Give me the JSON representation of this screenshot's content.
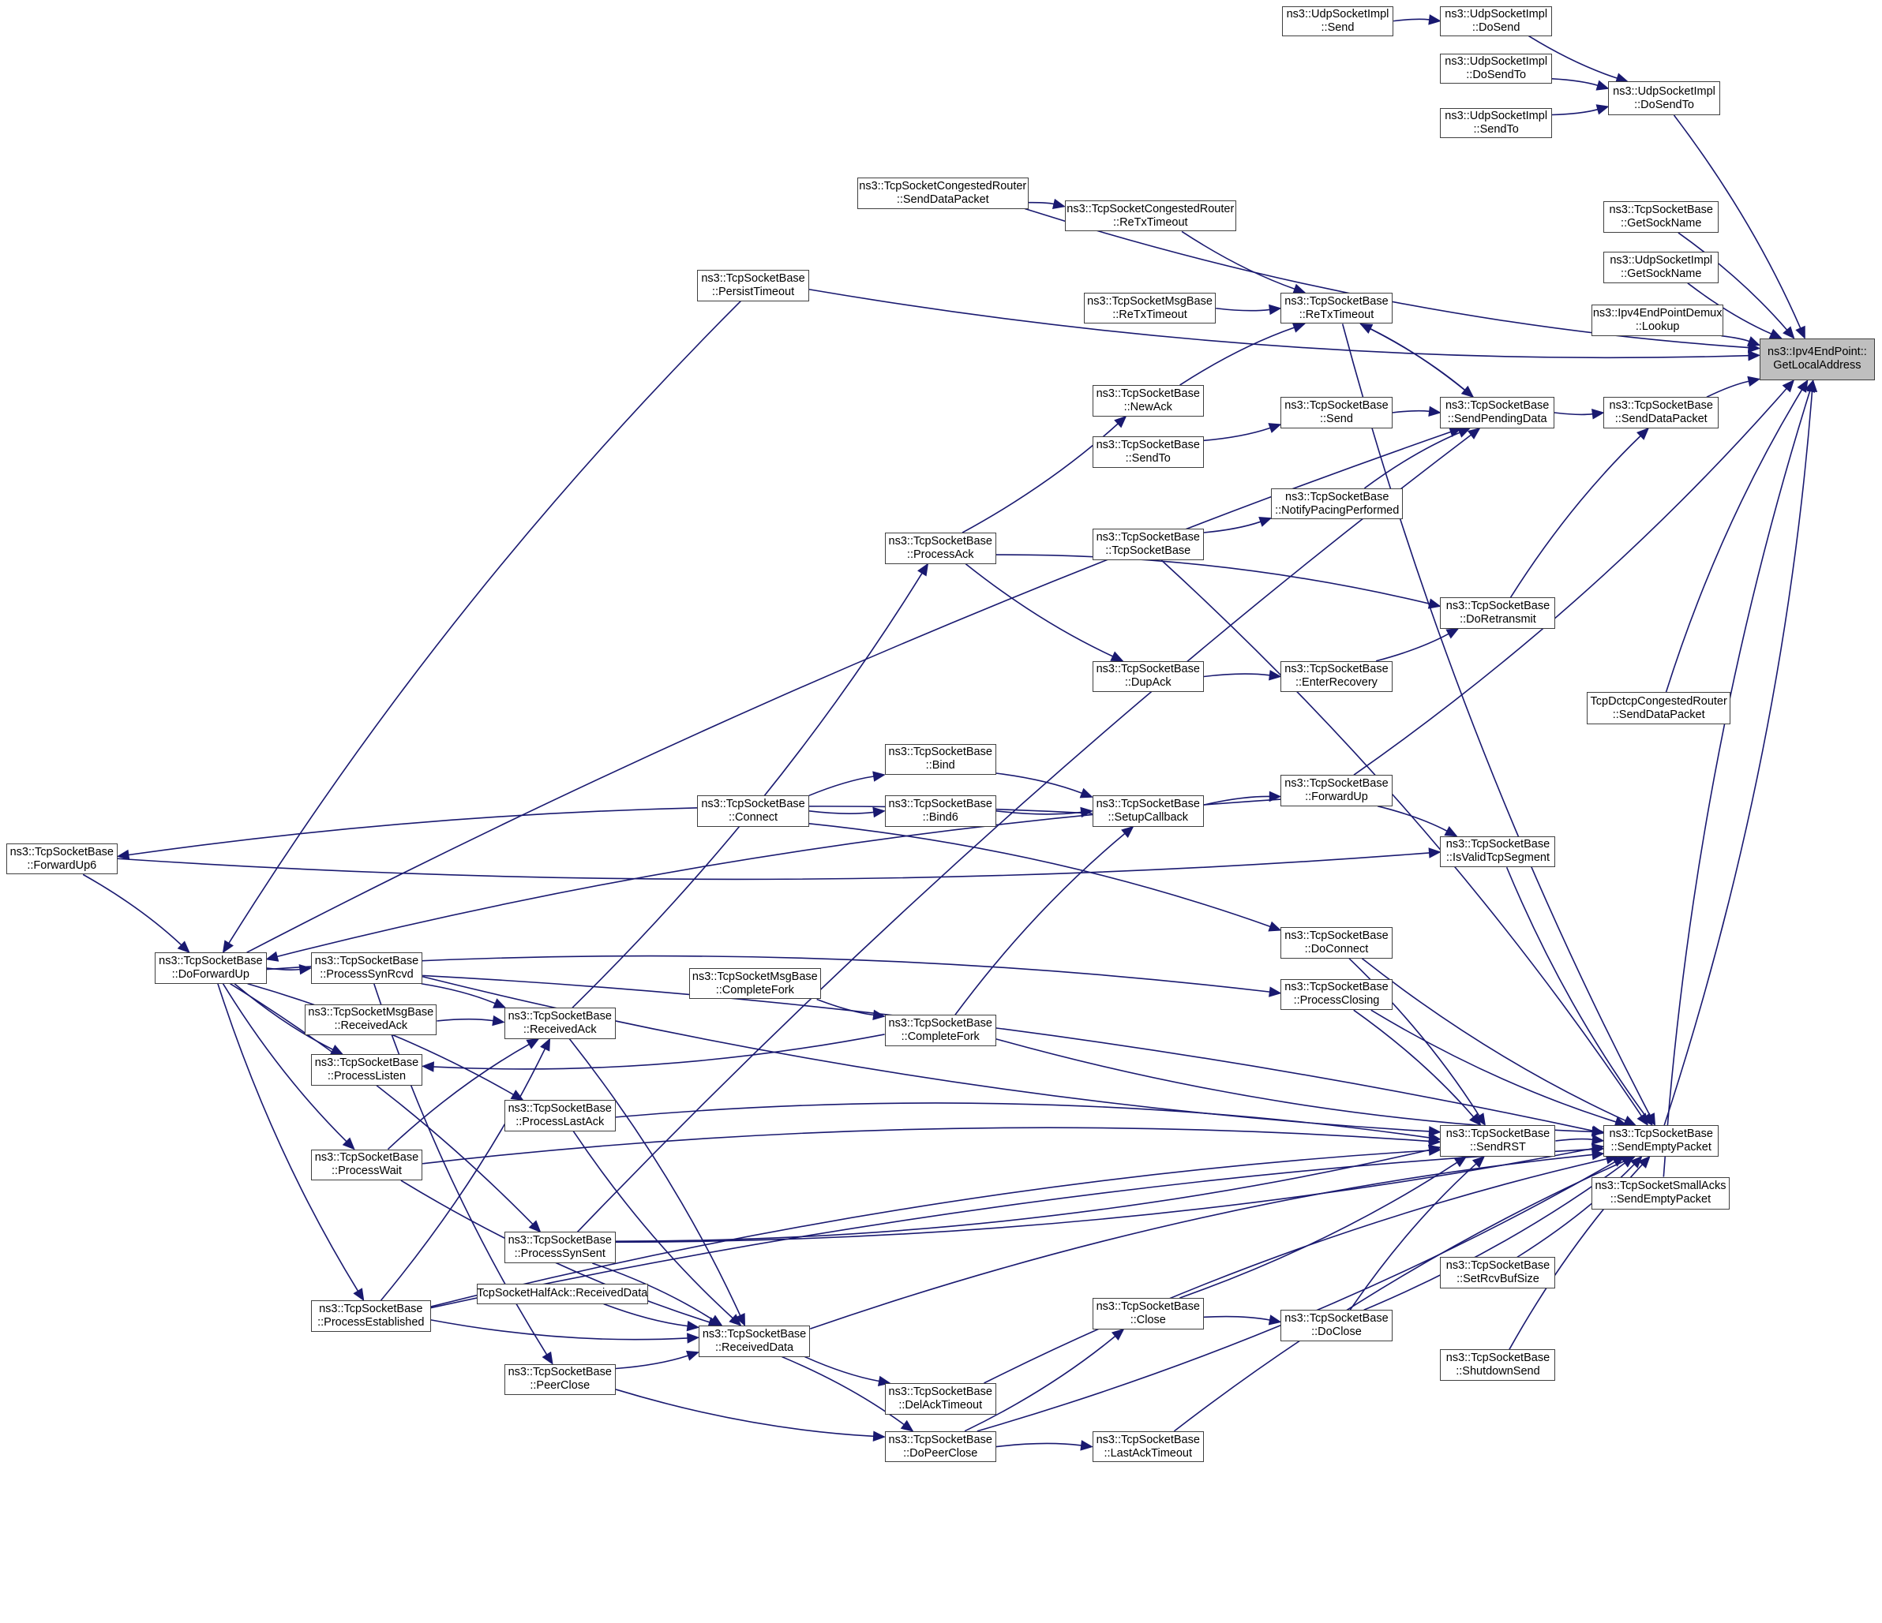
{
  "title": "ns3::Ipv4EndPoint::GetLocalAddress caller graph",
  "colors": {
    "edge": "#191970",
    "node_border": "#404040",
    "root_fill": "#bfbfbf",
    "node_fill": "#ffffff"
  },
  "nodes": [
    {
      "id": "root",
      "lines": [
        "ns3::Ipv4EndPoint::",
        "GetLocalAddress"
      ]
    },
    {
      "id": "udp_send",
      "lines": [
        "ns3::UdpSocketImpl",
        "::Send"
      ]
    },
    {
      "id": "udp_dosend",
      "lines": [
        "ns3::UdpSocketImpl",
        "::DoSend"
      ]
    },
    {
      "id": "udp_dosendto_a",
      "lines": [
        "ns3::UdpSocketImpl",
        "::DoSendTo"
      ]
    },
    {
      "id": "udp_sendto",
      "lines": [
        "ns3::UdpSocketImpl",
        "::SendTo"
      ]
    },
    {
      "id": "udp_dosendto",
      "lines": [
        "ns3::UdpSocketImpl",
        "::DoSendTo"
      ]
    },
    {
      "id": "tcr_senddata",
      "lines": [
        "ns3::TcpSocketCongestedRouter",
        "::SendDataPacket"
      ]
    },
    {
      "id": "tcr_retx",
      "lines": [
        "ns3::TcpSocketCongestedRouter",
        "::ReTxTimeout"
      ]
    },
    {
      "id": "tsb_getsockname",
      "lines": [
        "ns3::TcpSocketBase",
        "::GetSockName"
      ]
    },
    {
      "id": "udp_getsockname",
      "lines": [
        "ns3::UdpSocketImpl",
        "::GetSockName"
      ]
    },
    {
      "id": "demux_lookup",
      "lines": [
        "ns3::Ipv4EndPointDemux",
        "::Lookup"
      ]
    },
    {
      "id": "persist",
      "lines": [
        "ns3::TcpSocketBase",
        "::PersistTimeout"
      ]
    },
    {
      "id": "msg_retx",
      "lines": [
        "ns3::TcpSocketMsgBase",
        "::ReTxTimeout"
      ]
    },
    {
      "id": "retx",
      "lines": [
        "ns3::TcpSocketBase",
        "::ReTxTimeout"
      ]
    },
    {
      "id": "newack",
      "lines": [
        "ns3::TcpSocketBase",
        "::NewAck"
      ]
    },
    {
      "id": "send",
      "lines": [
        "ns3::TcpSocketBase",
        "::Send"
      ]
    },
    {
      "id": "sendpending",
      "lines": [
        "ns3::TcpSocketBase",
        "::SendPendingData"
      ]
    },
    {
      "id": "senddatapacket",
      "lines": [
        "ns3::TcpSocketBase",
        "::SendDataPacket"
      ]
    },
    {
      "id": "sendto",
      "lines": [
        "ns3::TcpSocketBase",
        "::SendTo"
      ]
    },
    {
      "id": "notifypacing",
      "lines": [
        "ns3::TcpSocketBase",
        "::NotifyPacingPerformed"
      ]
    },
    {
      "id": "ctor",
      "lines": [
        "ns3::TcpSocketBase",
        "::TcpSocketBase"
      ]
    },
    {
      "id": "processack",
      "lines": [
        "ns3::TcpSocketBase",
        "::ProcessAck"
      ]
    },
    {
      "id": "doretransmit",
      "lines": [
        "ns3::TcpSocketBase",
        "::DoRetransmit"
      ]
    },
    {
      "id": "dupack",
      "lines": [
        "ns3::TcpSocketBase",
        "::DupAck"
      ]
    },
    {
      "id": "enterrecovery",
      "lines": [
        "ns3::TcpSocketBase",
        "::EnterRecovery"
      ]
    },
    {
      "id": "dctcp_senddata",
      "lines": [
        "TcpDctcpCongestedRouter",
        "::SendDataPacket"
      ]
    },
    {
      "id": "bind",
      "lines": [
        "ns3::TcpSocketBase",
        "::Bind"
      ]
    },
    {
      "id": "connect",
      "lines": [
        "ns3::TcpSocketBase",
        "::Connect"
      ]
    },
    {
      "id": "bind6",
      "lines": [
        "ns3::TcpSocketBase",
        "::Bind6"
      ]
    },
    {
      "id": "setupcallback",
      "lines": [
        "ns3::TcpSocketBase",
        "::SetupCallback"
      ]
    },
    {
      "id": "forwardup",
      "lines": [
        "ns3::TcpSocketBase",
        "::ForwardUp"
      ]
    },
    {
      "id": "forwardup6",
      "lines": [
        "ns3::TcpSocketBase",
        "::ForwardUp6"
      ]
    },
    {
      "id": "isvalid",
      "lines": [
        "ns3::TcpSocketBase",
        "::IsValidTcpSegment"
      ]
    },
    {
      "id": "doforwardup",
      "lines": [
        "ns3::TcpSocketBase",
        "::DoForwardUp"
      ]
    },
    {
      "id": "processsynrcvd",
      "lines": [
        "ns3::TcpSocketBase",
        "::ProcessSynRcvd"
      ]
    },
    {
      "id": "doconnect",
      "lines": [
        "ns3::TcpSocketBase",
        "::DoConnect"
      ]
    },
    {
      "id": "msg_completefork",
      "lines": [
        "ns3::TcpSocketMsgBase",
        "::CompleteFork"
      ]
    },
    {
      "id": "processclosing",
      "lines": [
        "ns3::TcpSocketBase",
        "::ProcessClosing"
      ]
    },
    {
      "id": "msg_receivedack",
      "lines": [
        "ns3::TcpSocketMsgBase",
        "::ReceivedAck"
      ]
    },
    {
      "id": "receivedack",
      "lines": [
        "ns3::TcpSocketBase",
        "::ReceivedAck"
      ]
    },
    {
      "id": "completefork",
      "lines": [
        "ns3::TcpSocketBase",
        "::CompleteFork"
      ]
    },
    {
      "id": "processlisten",
      "lines": [
        "ns3::TcpSocketBase",
        "::ProcessListen"
      ]
    },
    {
      "id": "processlastack",
      "lines": [
        "ns3::TcpSocketBase",
        "::ProcessLastAck"
      ]
    },
    {
      "id": "sendrst",
      "lines": [
        "ns3::TcpSocketBase",
        "::SendRST"
      ]
    },
    {
      "id": "sendempty",
      "lines": [
        "ns3::TcpSocketBase",
        "::SendEmptyPacket"
      ]
    },
    {
      "id": "processwait",
      "lines": [
        "ns3::TcpSocketBase",
        "::ProcessWait"
      ]
    },
    {
      "id": "smallacks_sendempty",
      "lines": [
        "ns3::TcpSocketSmallAcks",
        "::SendEmptyPacket"
      ]
    },
    {
      "id": "processsynsent",
      "lines": [
        "ns3::TcpSocketBase",
        "::ProcessSynSent"
      ]
    },
    {
      "id": "setrcvbuf",
      "lines": [
        "ns3::TcpSocketBase",
        "::SetRcvBufSize"
      ]
    },
    {
      "id": "halfack_receiveddata",
      "lines": [
        "TcpSocketHalfAck::ReceivedData"
      ]
    },
    {
      "id": "close",
      "lines": [
        "ns3::TcpSocketBase",
        "::Close"
      ]
    },
    {
      "id": "processestablished",
      "lines": [
        "ns3::TcpSocketBase",
        "::ProcessEstablished"
      ]
    },
    {
      "id": "receiveddata",
      "lines": [
        "ns3::TcpSocketBase",
        "::ReceivedData"
      ]
    },
    {
      "id": "doclose",
      "lines": [
        "ns3::TcpSocketBase",
        "::DoClose"
      ]
    },
    {
      "id": "shutdownsend",
      "lines": [
        "ns3::TcpSocketBase",
        "::ShutdownSend"
      ]
    },
    {
      "id": "peerclose",
      "lines": [
        "ns3::TcpSocketBase",
        "::PeerClose"
      ]
    },
    {
      "id": "delacktimeout",
      "lines": [
        "ns3::TcpSocketBase",
        "::DelAckTimeout"
      ]
    },
    {
      "id": "dopeerclose",
      "lines": [
        "ns3::TcpSocketBase",
        "::DoPeerClose"
      ]
    },
    {
      "id": "lastacktimeout",
      "lines": [
        "ns3::TcpSocketBase",
        "::LastAckTimeout"
      ]
    }
  ],
  "edges": [
    [
      "udp_send",
      "udp_dosend"
    ],
    [
      "udp_dosend",
      "udp_dosendto"
    ],
    [
      "udp_dosendto_a",
      "udp_dosendto"
    ],
    [
      "udp_sendto",
      "udp_dosendto"
    ],
    [
      "udp_dosendto",
      "root"
    ],
    [
      "tcr_senddata",
      "root"
    ],
    [
      "tcr_senddata",
      "tcr_retx"
    ],
    [
      "tcr_retx",
      "retx"
    ],
    [
      "tsb_getsockname",
      "root"
    ],
    [
      "udp_getsockname",
      "root"
    ],
    [
      "demux_lookup",
      "root"
    ],
    [
      "persist",
      "root"
    ],
    [
      "senddatapacket",
      "root"
    ],
    [
      "forwardup",
      "root"
    ],
    [
      "dctcp_senddata",
      "root"
    ],
    [
      "sendempty",
      "root"
    ],
    [
      "smallacks_sendempty",
      "root"
    ],
    [
      "msg_retx",
      "retx"
    ],
    [
      "newack",
      "retx"
    ],
    [
      "sendpending",
      "retx"
    ],
    [
      "retx",
      "sendpending"
    ],
    [
      "retx",
      "sendempty"
    ],
    [
      "send",
      "sendpending"
    ],
    [
      "sendto",
      "send"
    ],
    [
      "notifypacing",
      "sendpending"
    ],
    [
      "ctor",
      "notifypacing"
    ],
    [
      "ctor",
      "sendempty"
    ],
    [
      "sendpending",
      "senddatapacket"
    ],
    [
      "doretransmit",
      "senddatapacket"
    ],
    [
      "processack",
      "newack"
    ],
    [
      "processack",
      "doretransmit"
    ],
    [
      "processack",
      "dupack"
    ],
    [
      "dupack",
      "enterrecovery"
    ],
    [
      "enterrecovery",
      "doretransmit"
    ],
    [
      "doforwardup",
      "sendpending"
    ],
    [
      "receivedack",
      "processack"
    ],
    [
      "processsynsent",
      "sendpending"
    ],
    [
      "persist",
      "doforwardup"
    ],
    [
      "connect",
      "bind"
    ],
    [
      "connect",
      "bind6"
    ],
    [
      "bind",
      "setupcallback"
    ],
    [
      "bind6",
      "setupcallback"
    ],
    [
      "setupcallback",
      "forwardup"
    ],
    [
      "setupcallback",
      "forwardup6"
    ],
    [
      "completefork",
      "setupcallback"
    ],
    [
      "forwardup",
      "doforwardup"
    ],
    [
      "forwardup",
      "isvalid"
    ],
    [
      "forwardup6",
      "isvalid"
    ],
    [
      "forwardup6",
      "doforwardup"
    ],
    [
      "isvalid",
      "sendempty"
    ],
    [
      "connect",
      "doconnect"
    ],
    [
      "doconnect",
      "sendempty"
    ],
    [
      "doconnect",
      "sendrst"
    ],
    [
      "doforwardup",
      "processsynrcvd"
    ],
    [
      "doforwardup",
      "processclosing"
    ],
    [
      "processclosing",
      "sendempty"
    ],
    [
      "processclosing",
      "sendrst"
    ],
    [
      "msg_completefork",
      "completefork"
    ],
    [
      "completefork",
      "processlisten"
    ],
    [
      "completefork",
      "sendempty"
    ],
    [
      "processsynrcvd",
      "sendempty"
    ],
    [
      "processsynrcvd",
      "sendrst"
    ],
    [
      "processsynrcvd",
      "receivedack"
    ],
    [
      "processsynrcvd",
      "peerclose"
    ],
    [
      "msg_receivedack",
      "receivedack"
    ],
    [
      "doforwardup",
      "processlisten"
    ],
    [
      "doforwardup",
      "processlastack"
    ],
    [
      "doforwardup",
      "processwait"
    ],
    [
      "doforwardup",
      "processsynsent"
    ],
    [
      "doforwardup",
      "processestablished"
    ],
    [
      "processwait",
      "receivedack"
    ],
    [
      "processestablished",
      "receivedack"
    ],
    [
      "processlastack",
      "sendrst"
    ],
    [
      "processlastack",
      "receiveddata"
    ],
    [
      "processwait",
      "sendrst"
    ],
    [
      "processwait",
      "receiveddata"
    ],
    [
      "processestablished",
      "sendrst"
    ],
    [
      "processestablished",
      "receiveddata"
    ],
    [
      "processestablished",
      "sendempty"
    ],
    [
      "processsynsent",
      "sendrst"
    ],
    [
      "processsynsent",
      "receiveddata"
    ],
    [
      "processsynsent",
      "sendempty"
    ],
    [
      "sendrst",
      "sendempty"
    ],
    [
      "halfack_receiveddata",
      "receiveddata"
    ],
    [
      "receivedack",
      "receiveddata"
    ],
    [
      "peerclose",
      "receiveddata"
    ],
    [
      "receiveddata",
      "sendempty"
    ],
    [
      "receiveddata",
      "delacktimeout"
    ],
    [
      "receiveddata",
      "dopeerclose"
    ],
    [
      "peerclose",
      "dopeerclose"
    ],
    [
      "delacktimeout",
      "sendempty"
    ],
    [
      "dopeerclose",
      "close"
    ],
    [
      "dopeerclose",
      "lastacktimeout"
    ],
    [
      "dopeerclose",
      "sendempty"
    ],
    [
      "close",
      "doclose"
    ],
    [
      "close",
      "sendrst"
    ],
    [
      "doclose",
      "sendrst"
    ],
    [
      "doclose",
      "sendempty"
    ],
    [
      "lastacktimeout",
      "sendempty"
    ],
    [
      "setrcvbuf",
      "sendempty"
    ],
    [
      "shutdownsend",
      "sendempty"
    ]
  ]
}
